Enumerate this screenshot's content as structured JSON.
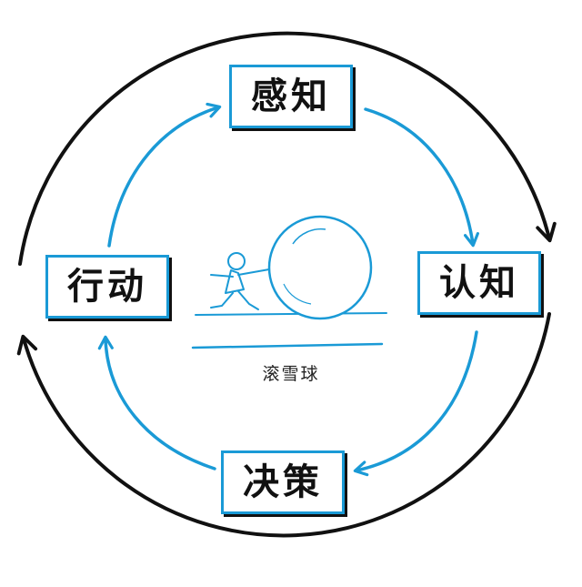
{
  "diagram": {
    "nodes": {
      "top": "感知",
      "right": "认知",
      "bottom": "决策",
      "left": "行动"
    },
    "center_caption": "滚雪球",
    "colors": {
      "inner_arrows": "#1a9ad6",
      "node_border": "#1a9ad6",
      "outer_arrows": "#111111",
      "text": "#111111"
    },
    "flow": "clockwise"
  }
}
